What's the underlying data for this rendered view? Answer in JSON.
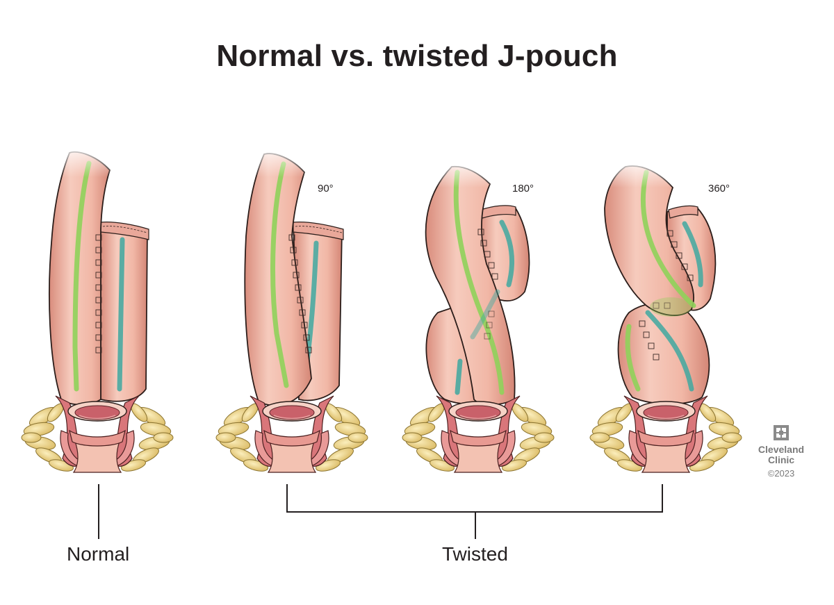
{
  "title": "Normal vs. twisted J-pouch",
  "rotations": [
    {
      "label": "90°"
    },
    {
      "label": "180°"
    },
    {
      "label": "360°"
    }
  ],
  "labels": {
    "normal": "Normal",
    "twisted": "Twisted"
  },
  "logo": {
    "line1": "Cleveland",
    "line2": "Clinic",
    "copyright": "©2023"
  },
  "colors": {
    "tissue": "#f1b7a6",
    "tissue_dark": "#d98c7c",
    "outline": "#2b1d1a",
    "green_stripe": "#8fd15a",
    "teal_stripe": "#3fa8a0",
    "fat": "#f2d98a",
    "muscle": "#d9767a"
  },
  "icons": [
    "cleveland-clinic-logo-icon"
  ]
}
